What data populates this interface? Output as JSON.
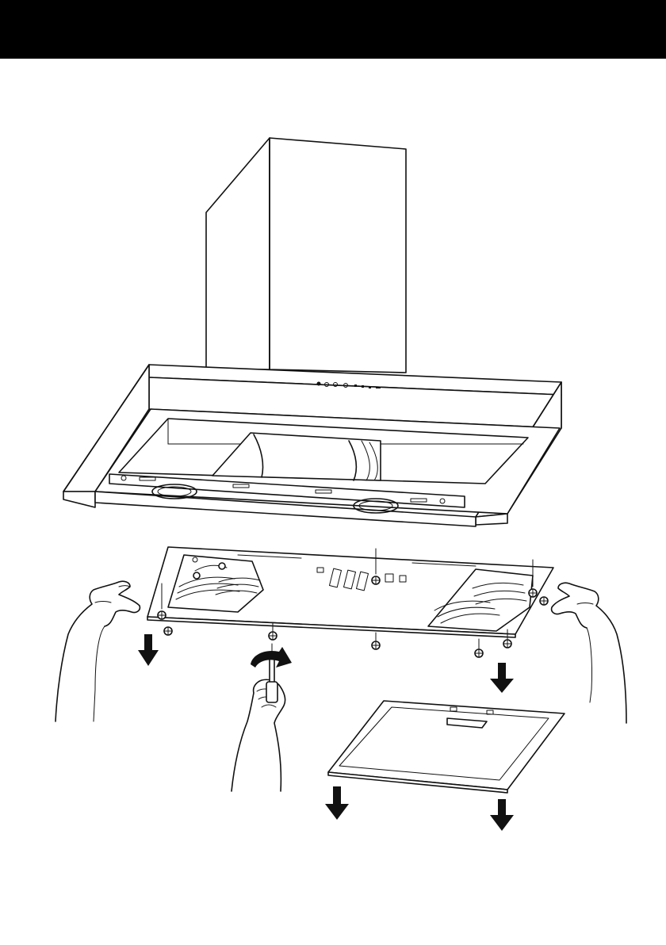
{
  "header": {
    "background_color": "#000000"
  },
  "illustration": {
    "line_color": "#111111",
    "background_color": "#ffffff",
    "icons": [
      "range-hood",
      "chimney-cover",
      "control-panel",
      "lamp",
      "blower-housing",
      "bottom-panel",
      "grease-filter-vent",
      "screw",
      "screwdriver",
      "rotate-arrow",
      "down-arrow",
      "hand",
      "grease-filter-frame"
    ]
  }
}
